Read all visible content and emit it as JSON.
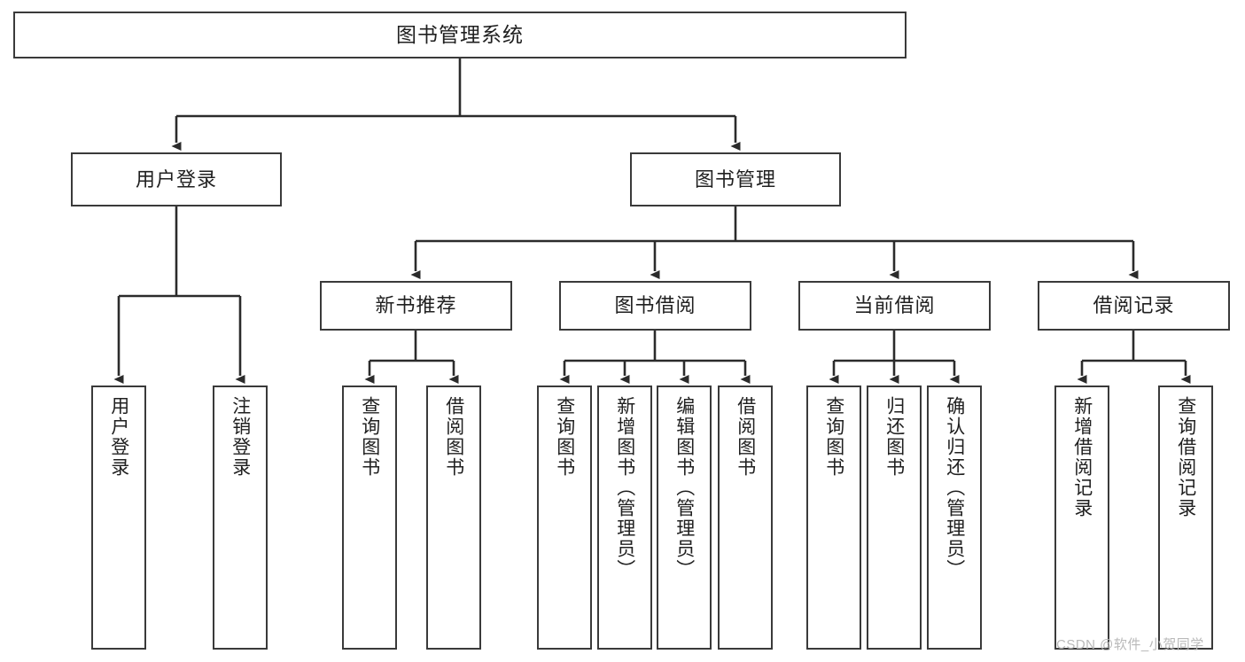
{
  "diagram": {
    "type": "tree",
    "title": "图书管理系统",
    "orientation": "top-down",
    "colors": {
      "box_border": "#3a3a3a",
      "box_fill": "#ffffff",
      "connector": "#2b2b2b",
      "text": "#202020",
      "watermark": "#b9b9b9"
    },
    "root": {
      "label": "图书管理系统"
    },
    "level2": [
      {
        "label": "用户登录"
      },
      {
        "label": "图书管理"
      }
    ],
    "level3": [
      {
        "label": "新书推荐"
      },
      {
        "label": "图书借阅"
      },
      {
        "label": "当前借阅"
      },
      {
        "label": "借阅记录"
      }
    ],
    "leaves": [
      {
        "label": "用户登录",
        "parent": "用户登录"
      },
      {
        "label": "注销登录",
        "parent": "用户登录"
      },
      {
        "label": "查询图书",
        "parent": "新书推荐"
      },
      {
        "label": "借阅图书",
        "parent": "新书推荐"
      },
      {
        "label": "查询图书",
        "parent": "图书借阅"
      },
      {
        "label": "新增图书（管理员）",
        "parent": "图书借阅"
      },
      {
        "label": "编辑图书（管理员）",
        "parent": "图书借阅"
      },
      {
        "label": "借阅图书",
        "parent": "图书借阅"
      },
      {
        "label": "查询图书",
        "parent": "当前借阅"
      },
      {
        "label": "归还图书",
        "parent": "当前借阅"
      },
      {
        "label": "确认归还（管理员）",
        "parent": "当前借阅"
      },
      {
        "label": "新增借阅记录",
        "parent": "借阅记录"
      },
      {
        "label": "查询借阅记录",
        "parent": "借阅记录"
      }
    ]
  },
  "watermark": {
    "text": "CSDN @软件_小贺同学"
  }
}
